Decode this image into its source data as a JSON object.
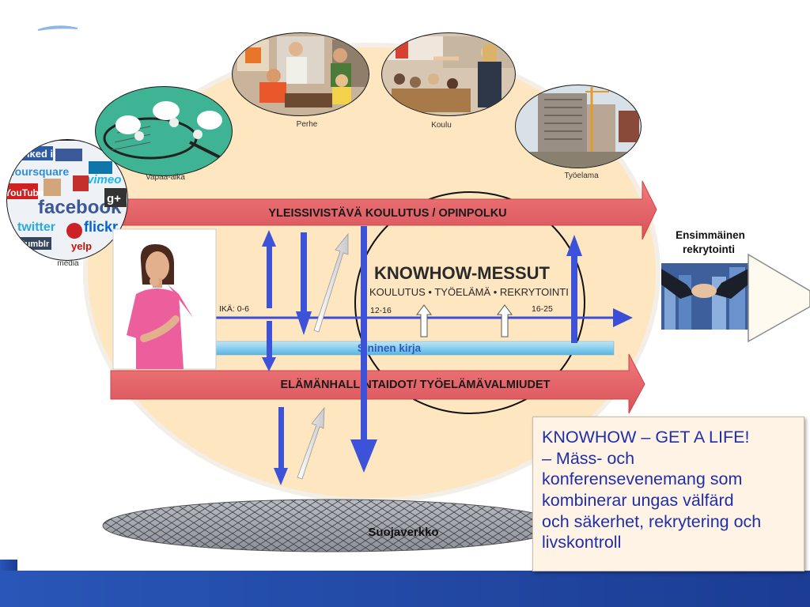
{
  "circles": {
    "media": "media",
    "vapaa_aika": "Vapaa-aika",
    "perhe": "Perhe",
    "koulu": "Koulu",
    "tyoelama": "Työelama"
  },
  "media_logos": [
    "Linked in",
    "foursquare",
    "vimeo",
    "YouTube",
    "facebook",
    "g+",
    "twitter",
    "flickr",
    "tumblr",
    "yelp"
  ],
  "arrows": {
    "top": "YLEISSIVISTÄVÄ KOULUTUS / OPINPOLKU",
    "bottom": "ELÄMÄNHALLINTAIDOT/ TYÖELÄMÄVALMIUDET"
  },
  "timeline": {
    "age_0_6": "IKÄ: 0-6",
    "age_12_16": "12-16",
    "age_16_25": "16-25"
  },
  "center": {
    "title": "KNOWHOW-MESSUT",
    "subtitle": "KOULUTUS • TYÖELÄMÄ • REKRYTOINTI"
  },
  "blue_book": "Sininen kirja",
  "safety_net": "Suojaverkko",
  "recruitment": {
    "line1": "Ensimmäinen",
    "line2": "rekrytointi"
  },
  "text_box": {
    "lines": [
      "KNOWHOW – GET A LIFE!",
      "– Mäss- och",
      "konferensevenemang som",
      "kombinerar ungas välfärd",
      "och säkerhet, rekrytering och",
      "livskontroll"
    ]
  },
  "colors": {
    "oval_fill": "#fde7c3",
    "arrow_band": "#e8656a",
    "blue_arrow": "#3c52d9",
    "text_box_text": "#1f2fa8",
    "footer": "#1f46a5"
  }
}
